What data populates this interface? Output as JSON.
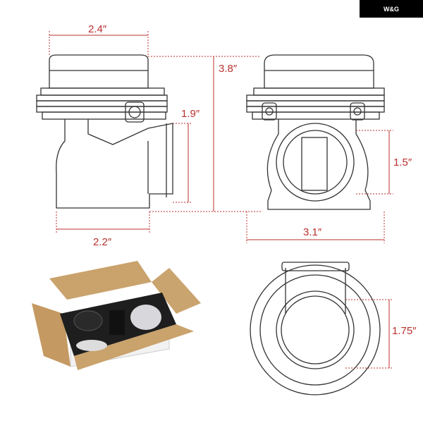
{
  "brand": {
    "logo_text": "W&G"
  },
  "dimensions": {
    "top_width": "2.4″",
    "total_height": "3.8″",
    "inlet_height": "1.9″",
    "outlet_diameter": "1.5″",
    "base_width": "2.2″",
    "body_width": "3.1″",
    "bottom_diameter": "1.75″"
  },
  "colors": {
    "dimension": "#b8302c",
    "outline": "#333333",
    "cardboard": "#c9a26c",
    "foam": "#1e1e1e"
  }
}
